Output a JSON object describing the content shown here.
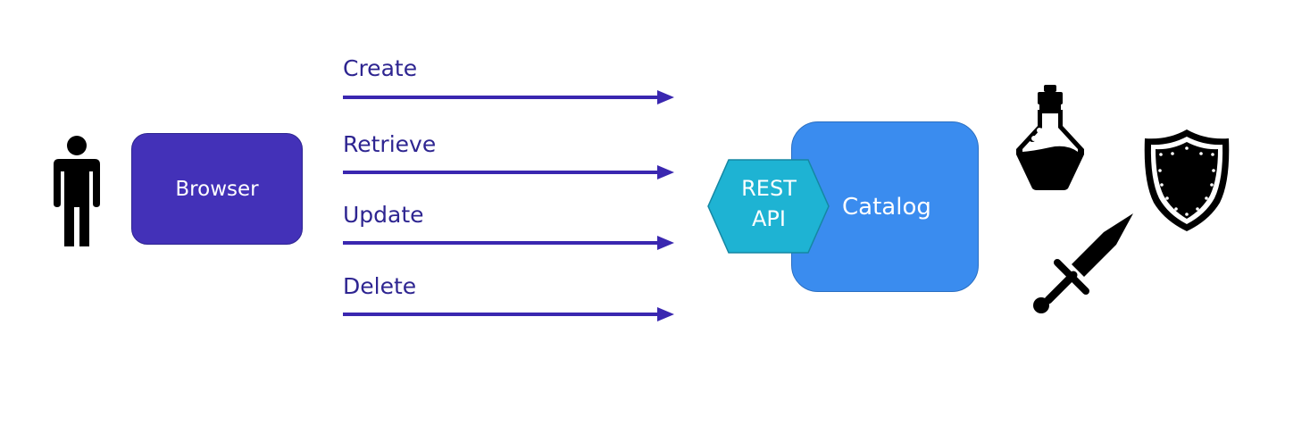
{
  "colors": {
    "browser_fill": "#4331b8",
    "arrow": "#3a27b0",
    "label_text": "#2e2591",
    "catalog_fill": "#3a8cef",
    "rest_api_fill": "#1eb3d3",
    "icons": "#000000"
  },
  "actor": {
    "icon": "person-icon"
  },
  "browser": {
    "label": "Browser"
  },
  "operations": [
    {
      "label": "Create"
    },
    {
      "label": "Retrieve"
    },
    {
      "label": "Update"
    },
    {
      "label": "Delete"
    }
  ],
  "rest_api": {
    "line1": "REST",
    "line2": "API"
  },
  "catalog": {
    "label": "Catalog"
  },
  "items": [
    {
      "icon": "potion-icon"
    },
    {
      "icon": "shield-icon"
    },
    {
      "icon": "sword-icon"
    }
  ]
}
